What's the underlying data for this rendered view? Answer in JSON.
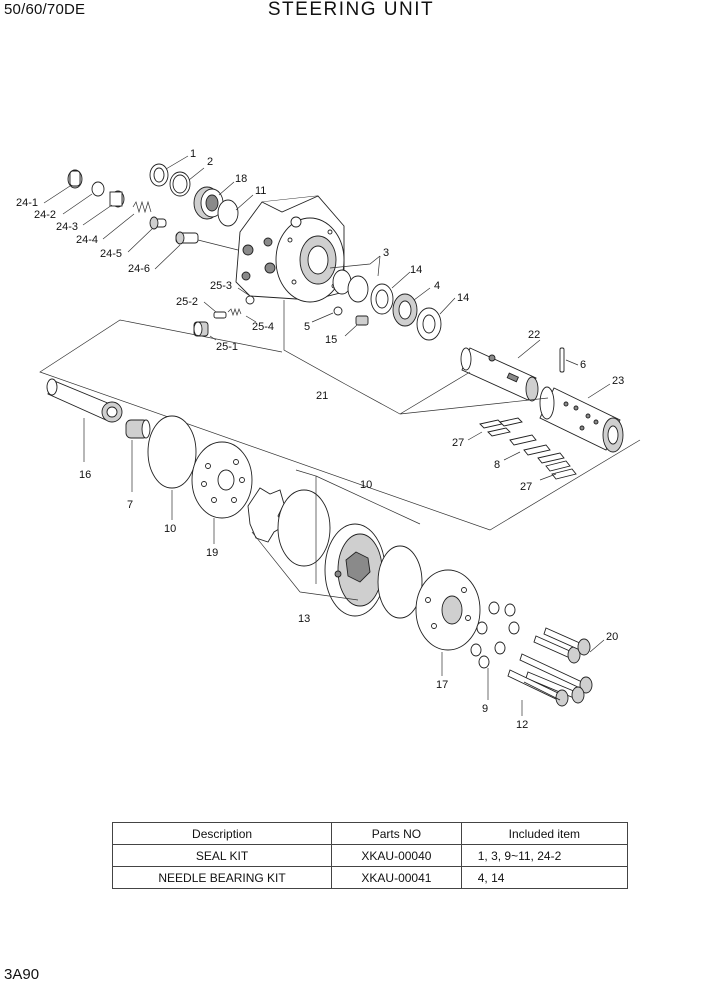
{
  "header": {
    "model": "50/60/70DE",
    "title": "STEERING UNIT"
  },
  "callouts": {
    "c1": "1",
    "c2": "2",
    "c18": "18",
    "c11": "11",
    "c24_1": "24-1",
    "c24_2": "24-2",
    "c24_3": "24-3",
    "c24_4": "24-4",
    "c24_5": "24-5",
    "c24_6": "24-6",
    "c3": "3",
    "c14a": "14",
    "c4": "4",
    "c14b": "14",
    "c25_3": "25-3",
    "c25_2": "25-2",
    "c25_4": "25-4",
    "c25_1": "25-1",
    "c5": "5",
    "c15": "15",
    "c22": "22",
    "c6": "6",
    "c21": "21",
    "c23": "23",
    "c27a": "27",
    "c8": "8",
    "c27b": "27",
    "c16": "16",
    "c7": "7",
    "c10a": "10",
    "c10b": "10",
    "c19": "19",
    "c13": "13",
    "c17": "17",
    "c9": "9",
    "c12": "12",
    "c20": "20"
  },
  "kit_table": {
    "headers": {
      "description": "Description",
      "parts_no": "Parts NO",
      "included": "Included item"
    },
    "rows": [
      {
        "description": "SEAL KIT",
        "parts_no": "XKAU-00040",
        "included": "1, 3, 9~11, 24-2"
      },
      {
        "description": "NEEDLE BEARING KIT",
        "parts_no": "XKAU-00041",
        "included": "4, 14"
      }
    ]
  },
  "page_id": "3A90"
}
